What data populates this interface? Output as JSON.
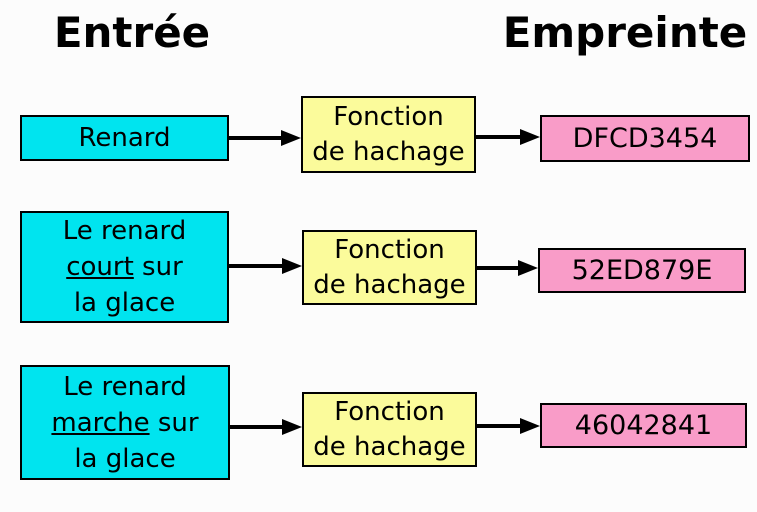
{
  "diagram": {
    "title_left": "Entrée",
    "title_right": "Empreinte"
  },
  "rows": [
    {
      "input": {
        "line1": "Renard"
      },
      "function": {
        "line1": "Fonction",
        "line2": "de hachage"
      },
      "output": "DFCD3454"
    },
    {
      "input": {
        "line1": "Le renard",
        "line2_underlined": "court",
        "line2_rest": " sur",
        "line3": "la glace"
      },
      "function": {
        "line1": "Fonction",
        "line2": "de hachage"
      },
      "output": "52ED879E"
    },
    {
      "input": {
        "line1": "Le renard",
        "line2_underlined": "marche",
        "line2_rest": " sur",
        "line3": "la glace"
      },
      "function": {
        "line1": "Fonction",
        "line2": "de hachage"
      },
      "output": "46042841"
    }
  ],
  "colors": {
    "input-fill": "#00e4ef",
    "function-fill": "#fbfb9b",
    "output-fill": "#f99cc8",
    "border": "#000000",
    "background": "#fcfcfc",
    "text": "#000000"
  }
}
